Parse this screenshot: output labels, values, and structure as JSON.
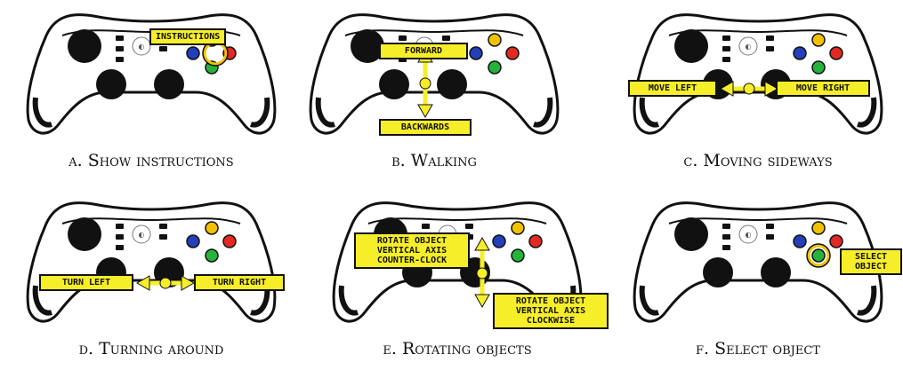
{
  "colors": {
    "label_bg": "#f7ee2a",
    "btn_yellow": "#f2c200",
    "btn_red": "#e22a22",
    "btn_blue": "#2340b8",
    "btn_green": "#26b33c",
    "pad_outline": "#111111"
  },
  "panels": [
    {
      "caption": "a. Show instructions",
      "labels": {
        "instructions": "INSTRUCTIONS"
      }
    },
    {
      "caption": "b. Walking",
      "labels": {
        "forward": "FORWARD",
        "backwards": "BACKWARDS"
      }
    },
    {
      "caption": "c. Moving sideways",
      "labels": {
        "move_left": "MOVE LEFT",
        "move_right": "MOVE RIGHT"
      }
    },
    {
      "caption": "d. Turning around",
      "labels": {
        "turn_left": "TURN LEFT",
        "turn_right": "TURN RIGHT"
      }
    },
    {
      "caption": "e. Rotating objects",
      "labels": {
        "rotate_ccw": "ROTATE OBJECT VERTICAL AXIS COUNTER-CLOCK",
        "rotate_cw": "ROTATE OBJECT VERTICAL AXIS CLOCKWISE"
      }
    },
    {
      "caption": "f. Select object",
      "labels": {
        "select_object": "SELECT OBJECT"
      }
    }
  ],
  "icons": [
    "gamepad-icon",
    "logitech-logo-icon",
    "double-arrow-icon"
  ]
}
